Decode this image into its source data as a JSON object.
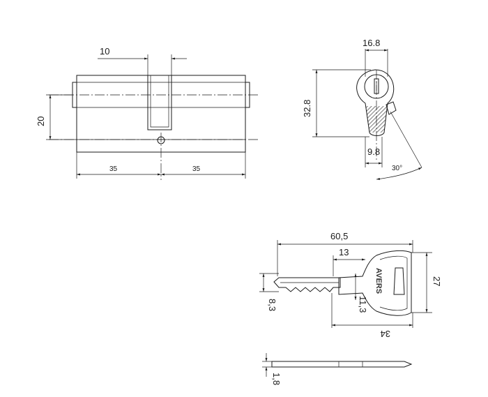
{
  "front_view": {
    "dim_cam_slot": "10",
    "dim_height": "20",
    "dim_left": "35",
    "dim_right": "35"
  },
  "side_view": {
    "dim_width": "16.8",
    "dim_height": "32.8",
    "dim_bottom": "9.8",
    "dim_angle": "30°"
  },
  "key": {
    "brand": "AVERS",
    "dim_length": "60,5",
    "dim_shoulder": "13",
    "dim_head_height": "27",
    "dim_blade": "8,3",
    "dim_neck": "11,3",
    "dim_head_width": "34",
    "dim_thickness": "1,8"
  },
  "colors": {
    "line": "#1a1a1a",
    "hatch": "#555555"
  }
}
